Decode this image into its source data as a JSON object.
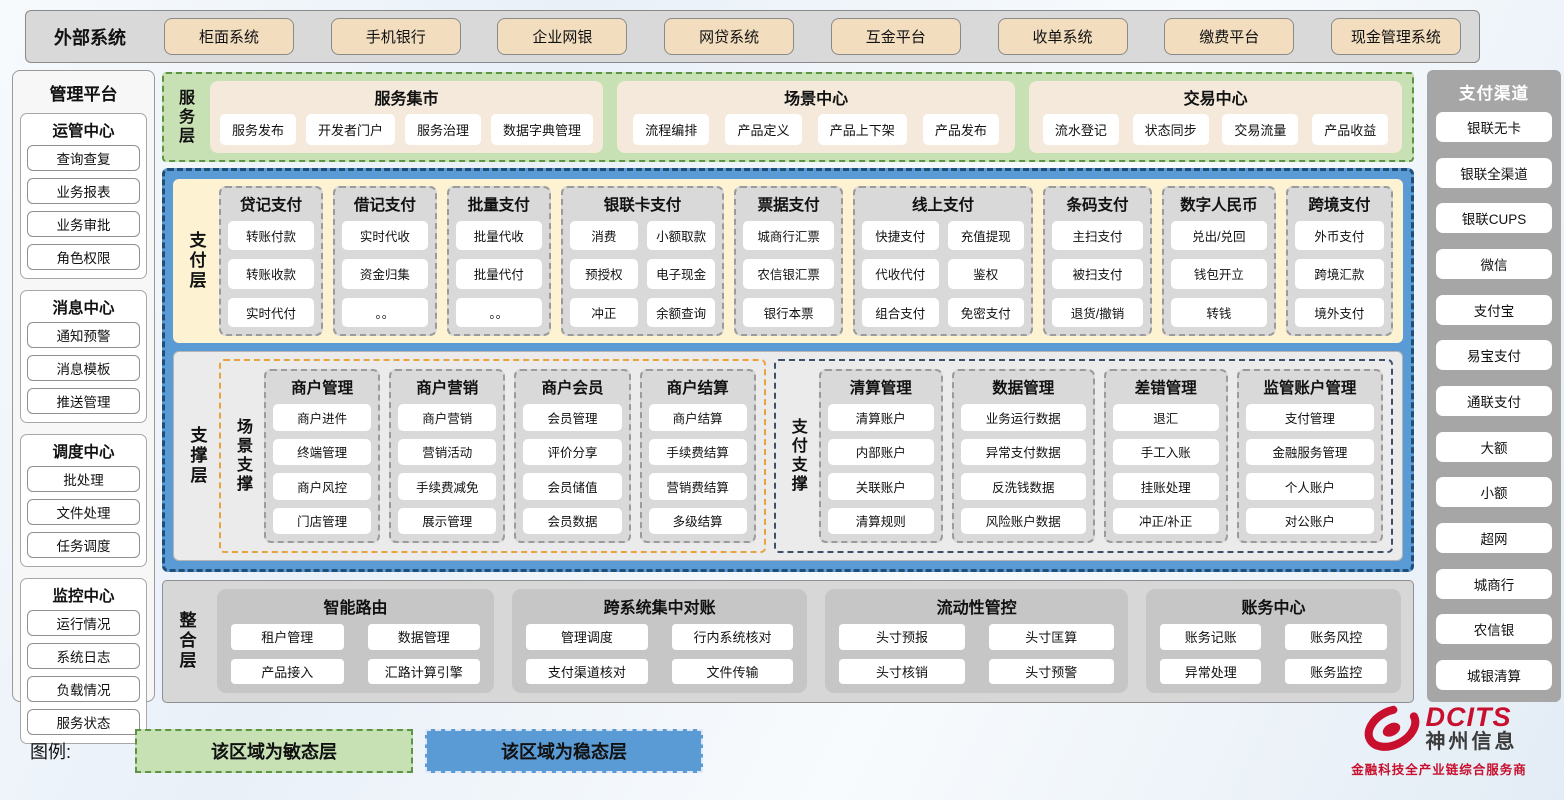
{
  "top_bar": {
    "label": "外部系统",
    "systems": [
      "柜面系统",
      "手机银行",
      "企业网银",
      "网贷系统",
      "互金平台",
      "收单系统",
      "缴费平台",
      "现金管理系统"
    ]
  },
  "left_sidebar": {
    "title": "管理平台",
    "groups": [
      {
        "title": "运管中心",
        "items": [
          "查询查复",
          "业务报表",
          "业务审批",
          "角色权限"
        ]
      },
      {
        "title": "消息中心",
        "items": [
          "通知预警",
          "消息模板",
          "推送管理"
        ]
      },
      {
        "title": "调度中心",
        "items": [
          "批处理",
          "文件处理",
          "任务调度"
        ]
      },
      {
        "title": "监控中心",
        "items": [
          "运行情况",
          "系统日志",
          "负载情况",
          "服务状态"
        ]
      }
    ]
  },
  "right_sidebar": {
    "title": "支付渠道",
    "items": [
      "银联无卡",
      "银联全渠道",
      "银联CUPS",
      "微信",
      "支付宝",
      "易宝支付",
      "通联支付",
      "大额",
      "小额",
      "超网",
      "城商行",
      "农信银",
      "城银清算"
    ]
  },
  "service_layer": {
    "label": "服务层",
    "groups": [
      {
        "title": "服务集市",
        "items": [
          "服务发布",
          "开发者门户",
          "服务治理",
          "数据字典管理"
        ]
      },
      {
        "title": "场景中心",
        "items": [
          "流程编排",
          "产品定义",
          "产品上下架",
          "产品发布"
        ]
      },
      {
        "title": "交易中心",
        "items": [
          "流水登记",
          "状态同步",
          "交易流量",
          "产品收益"
        ]
      }
    ]
  },
  "payment_layer": {
    "label": "支付层",
    "columns": [
      {
        "title": "贷记支付",
        "items": [
          "转账付款",
          "转账收款",
          "实时代付"
        ]
      },
      {
        "title": "借记支付",
        "items": [
          "实时代收",
          "资金归集",
          "。。"
        ]
      },
      {
        "title": "批量支付",
        "items": [
          "批量代收",
          "批量代付",
          "。。"
        ]
      },
      {
        "title": "银联卡支付",
        "items": [
          "消费",
          "小额取款",
          "预授权",
          "电子现金",
          "冲正",
          "余额查询"
        ]
      },
      {
        "title": "票据支付",
        "items": [
          "城商行汇票",
          "农信银汇票",
          "银行本票"
        ]
      },
      {
        "title": "线上支付",
        "items": [
          "快捷支付",
          "充值提现",
          "代收代付",
          "鉴权",
          "组合支付",
          "免密支付"
        ]
      },
      {
        "title": "条码支付",
        "items": [
          "主扫支付",
          "被扫支付",
          "退货/撤销"
        ]
      },
      {
        "title": "数字人民币",
        "items": [
          "兑出/兑回",
          "钱包开立",
          "转钱"
        ]
      },
      {
        "title": "跨境支付",
        "items": [
          "外币支付",
          "跨境汇款",
          "境外支付"
        ]
      }
    ]
  },
  "support_layer": {
    "label": "支撑层",
    "sections": [
      {
        "label": "场景支撑",
        "columns": [
          {
            "title": "商户管理",
            "items": [
              "商户进件",
              "终端管理",
              "商户风控",
              "门店管理"
            ]
          },
          {
            "title": "商户营销",
            "items": [
              "商户营销",
              "营销活动",
              "手续费减免",
              "展示管理"
            ]
          },
          {
            "title": "商户会员",
            "items": [
              "会员管理",
              "评价分享",
              "会员储值",
              "会员数据"
            ]
          },
          {
            "title": "商户结算",
            "items": [
              "商户结算",
              "手续费结算",
              "营销费结算",
              "多级结算"
            ]
          }
        ]
      },
      {
        "label": "支付支撑",
        "columns": [
          {
            "title": "清算管理",
            "items": [
              "清算账户",
              "内部账户",
              "关联账户",
              "清算规则"
            ]
          },
          {
            "title": "数据管理",
            "items": [
              "业务运行数据",
              "异常支付数据",
              "反洗钱数据",
              "风险账户数据"
            ]
          },
          {
            "title": "差错管理",
            "items": [
              "退汇",
              "手工入账",
              "挂账处理",
              "冲正/补正"
            ]
          },
          {
            "title": "监管账户管理",
            "items": [
              "支付管理",
              "金融服务管理",
              "个人账户",
              "对公账户"
            ]
          }
        ]
      }
    ]
  },
  "integration_layer": {
    "label": "整合层",
    "groups": [
      {
        "title": "智能路由",
        "items": [
          "租户管理",
          "数据管理",
          "产品接入",
          "汇路计算引擎"
        ]
      },
      {
        "title": "跨系统集中对账",
        "items": [
          "管理调度",
          "行内系统核对",
          "支付渠道核对",
          "文件传输"
        ]
      },
      {
        "title": "流动性管控",
        "items": [
          "头寸预报",
          "头寸匡算",
          "头寸核销",
          "头寸预警"
        ]
      },
      {
        "title": "账务中心",
        "items": [
          "账务记账",
          "账务风控",
          "异常处理",
          "账务监控"
        ]
      }
    ]
  },
  "legend": {
    "label": "图例:",
    "items": [
      {
        "text": "该区域为敏态层",
        "type": "agile"
      },
      {
        "text": "该区域为稳态层",
        "type": "stable"
      }
    ]
  },
  "logo": {
    "name": "DCITS",
    "cn": "神州信息",
    "tagline": "金融科技全产业链综合服务商"
  },
  "colors": {
    "stable_blue": "#5b9bd5",
    "stable_border": "#1f4e79",
    "agile_green": "#c7e1b5",
    "agile_border": "#5d9444",
    "payment_cream": "#fdf2d2",
    "external_tan": "#f2ddbe",
    "panel_gray": "#d9d9d9",
    "scene_orange": "#e8a33d",
    "paysup_navy": "#3f4f68",
    "logo_red": "#c8102e"
  }
}
